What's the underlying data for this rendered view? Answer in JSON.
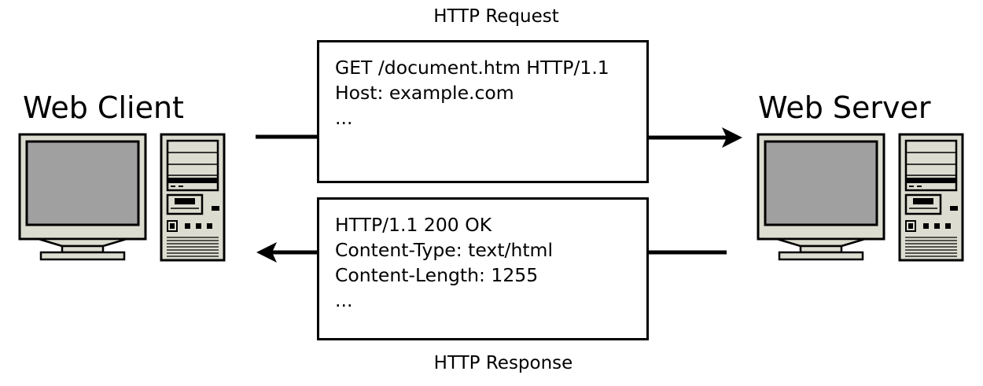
{
  "request": {
    "caption": "HTTP Request",
    "lines": [
      "GET /document.htm HTTP/1.1",
      "Host: example.com",
      "..."
    ]
  },
  "response": {
    "caption": "HTTP Response",
    "lines": [
      "HTTP/1.1 200 OK",
      "Content-Type: text/html",
      "Content-Length: 1255",
      "..."
    ]
  },
  "client": {
    "title": "Web Client",
    "icon": "desktop-computer-icon"
  },
  "server": {
    "title": "Web Server",
    "icon": "desktop-computer-icon"
  },
  "colors": {
    "stroke": "#000000",
    "case": "#dcdcd0",
    "screen": "#a0a0a0",
    "background": "#ffffff"
  }
}
